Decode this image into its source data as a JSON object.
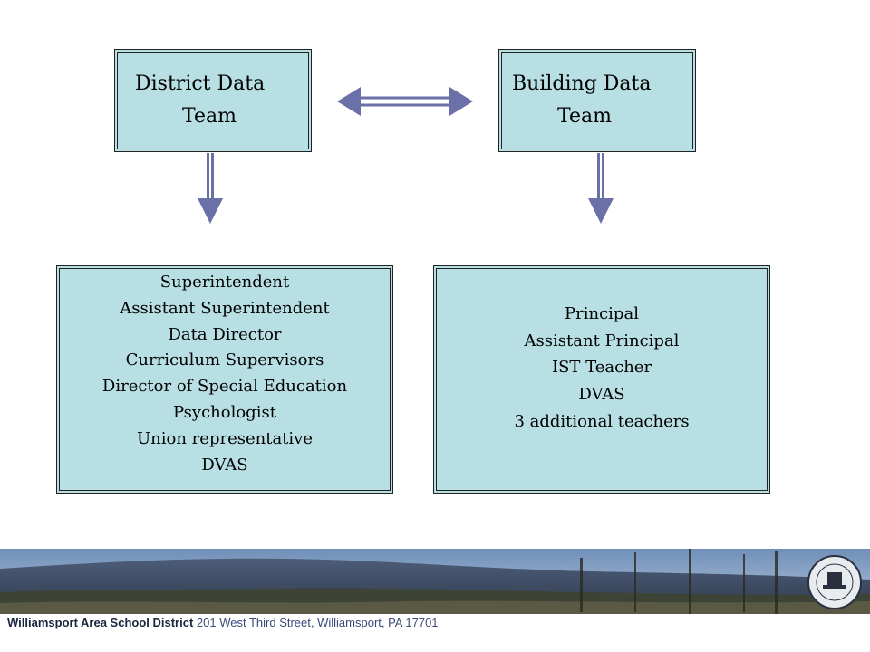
{
  "district_box": {
    "line1": "District Data",
    "line2": "Team"
  },
  "building_box": {
    "line1": "Building Data",
    "line2": "Team"
  },
  "district_members": [
    "Superintendent",
    "Assistant Superintendent",
    "Data Director",
    "Curriculum Supervisors",
    "Director of Special Education",
    "Psychologist",
    "Union representative",
    "DVAS"
  ],
  "building_members": [
    "Principal",
    "Assistant Principal",
    "IST Teacher",
    "DVAS",
    "3 additional teachers"
  ],
  "footer": {
    "name": "Williamsport Area School District",
    "address": "201 West Third Street, Williamsport, PA 17701"
  },
  "colors": {
    "box_fill": "#b8dfe3",
    "arrow": "#6a70a8"
  }
}
